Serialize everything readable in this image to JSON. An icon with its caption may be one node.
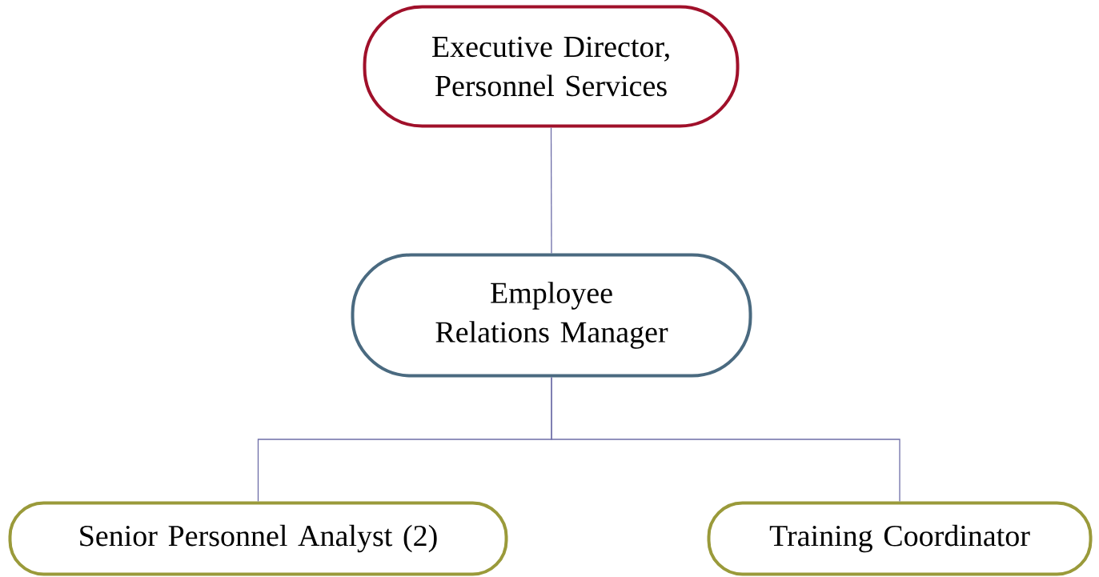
{
  "diagram": {
    "nodes": [
      {
        "text": [
          "Executive Director, Personnel Services"
        ]
      },
      {
        "text": [
          "Employee Relations Manager"
        ]
      },
      {
        "text": [
          "Senior Personnel Analyst (2)"
        ]
      },
      {
        "text": [
          "Training Coordinator"
        ]
      }
    ],
    "edges": [
      {
        "from": 0,
        "to": 1,
        "arrow": "none"
      },
      {
        "from": 1,
        "to": 2,
        "arrow": "none"
      },
      {
        "from": 1,
        "to": 3,
        "arrow": "none"
      }
    ]
  }
}
